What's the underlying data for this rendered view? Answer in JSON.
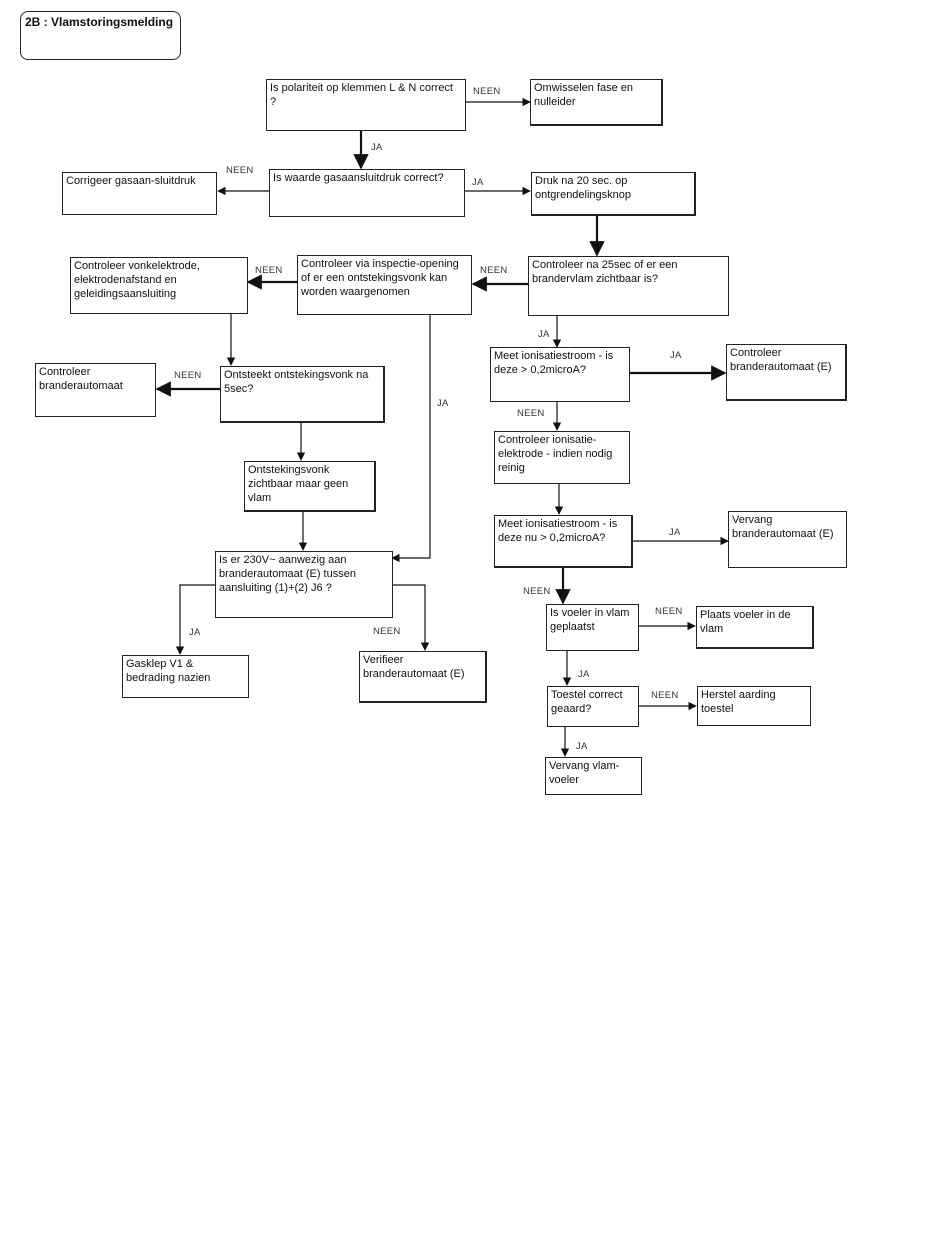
{
  "title": "2B : Vlamstoringsmelding",
  "boxes": {
    "polariteit": "Is polariteit op klemmen L & N correct\n?",
    "omwisselen": "Omwisselen fase en\nnulleider",
    "gasaansluitdruk": "Is waarde  gasaansluitdruk correct?",
    "corrigeer": "Corrigeer gasaan-sluitdruk",
    "druk": "Druk na 20 sec. op\nontgrendelingsknop",
    "controleer25": "Controleer na 25sec  of er een\nbrandervlam zichtbaar is?",
    "inspectie": "Controleer via inspectie-opening\nof er een ontstekingsvonk kan\nworden waargenomen",
    "vonkelektrode": "Controleer vonkelektrode,\nelektrodenafstand en\ngeleidingsaansluiting",
    "meet1": "Meet ionisatiestroom - is\ndeze > 0,2microA?",
    "controleer_branderautomaat_e": "Controleer\nbranderautomaat (E)",
    "controleer_branderautomaat": "Controleer\nbranderautomaat",
    "ontsteekt": "Ontsteekt ontstekingsvonk na\n5sec?",
    "ionisatie_elektrode": "Controleer ionisatie-\nelektrode - indien nodig\nreinig",
    "ontstekingsvonk": "Ontstekingsvonk\nzichtbaar maar geen\nvlam",
    "meet2": "Meet ionisatiestroom - is\ndeze nu > 0,2microA?",
    "vervang_branderautomaat": "Vervang\nbranderautomaat (E)",
    "is230": "Is er 230V~ aanwezig aan\nbranderautomaat (E) tussen\naansluiting (1)+(2) J6 ?",
    "voeler_in_vlam": "Is voeler in vlam\ngeplaatst",
    "plaats_voeler": "Plaats voeler in de\nvlam",
    "gasklep": "Gasklep V1 &\nbedrading nazien",
    "verifieer": "Verifieer\nbranderautomaat (E)",
    "toestel_geaard": "Toestel correct\ngeaard?",
    "herstel_aarding": "Herstel aarding\ntoestel",
    "vervang_vlamvoeler": "Vervang vlam-\nvoeler"
  },
  "labels": {
    "neen": "NEEN",
    "ja": "JA"
  }
}
